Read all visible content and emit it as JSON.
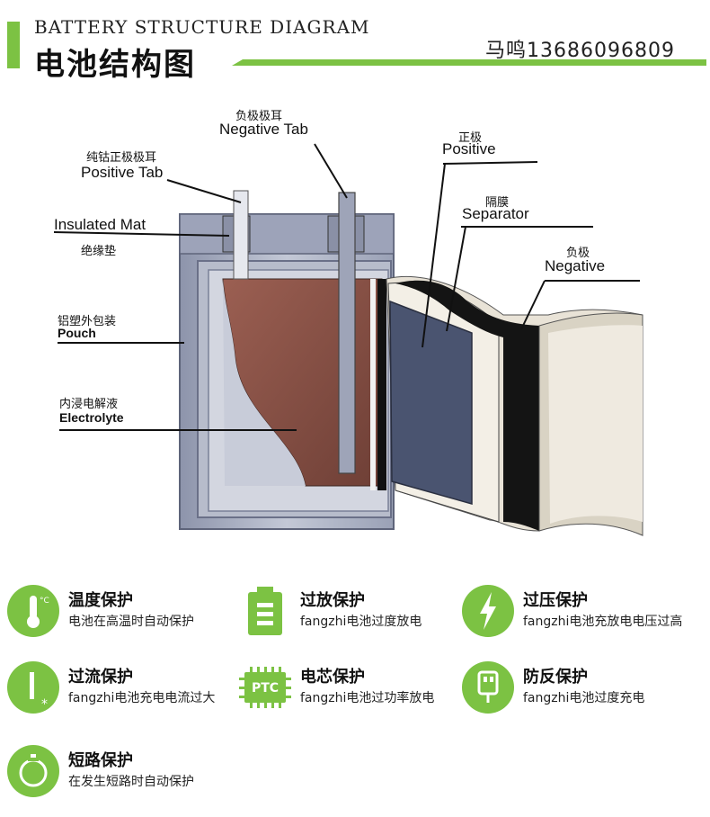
{
  "header": {
    "title_en": "BATTERY STRUCTURE DIAGRAM",
    "title_cn": "电池结构图",
    "contact": "马鸣13686096809"
  },
  "labels": {
    "negative_tab": {
      "cn": "负极极耳",
      "en": "Negative Tab"
    },
    "positive_tab": {
      "cn": "纯钴正极极耳",
      "en": "Positive Tab"
    },
    "insulated_mat": {
      "cn": "绝缘垫",
      "en": "Insulated Mat"
    },
    "pouch": {
      "cn": "铝塑外包装",
      "en": "Pouch"
    },
    "electrolyte": {
      "cn": "内浸电解液",
      "en": "Electrolyte"
    },
    "positive": {
      "cn": "正极",
      "en": "Positive"
    },
    "separator": {
      "cn": "隔膜",
      "en": "Separator"
    },
    "negative": {
      "cn": "负极",
      "en": "Negative"
    }
  },
  "features": [
    {
      "title": "温度保护",
      "desc": "电池在高温时自动保护",
      "icon": "thermometer-icon"
    },
    {
      "title": "过放保护",
      "desc": "fangzhi电池过度放电",
      "icon": "battery-level-icon"
    },
    {
      "title": "过压保护",
      "desc": "fangzhi电池充放电电压过高",
      "icon": "lightning-icon"
    },
    {
      "title": "过流保护",
      "desc": "fangzhi电池充电电流过大",
      "icon": "current-icon"
    },
    {
      "title": "电芯保护",
      "desc": "fangzhi电池过功率放电",
      "icon": "ptc-chip-icon",
      "icon_text": "PTC"
    },
    {
      "title": "防反保护",
      "desc": "fangzhi电池过度充电",
      "icon": "usb-plug-icon"
    },
    {
      "title": "短路保护",
      "desc": "在发生短路时自动保护",
      "icon": "power-icon"
    }
  ],
  "colors": {
    "accent": "#7cc243",
    "pouch": "#a9b0c4",
    "electrolyte": "#8a5448",
    "positive": "#4a5470",
    "negative": "#1a1a1a",
    "separator": "#e8e2d6"
  }
}
